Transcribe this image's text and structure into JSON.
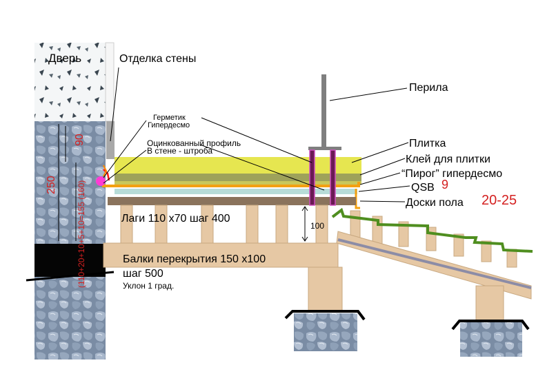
{
  "labels": {
    "door": "Дверь",
    "wall_finish": "Отделка стены",
    "railing": "Перила",
    "sealant_1": "Герметик",
    "sealant_2": "Гипердесмо",
    "profile_1": "Оцинкованный профиль",
    "profile_2": "В стене - штроба",
    "tile": "Плитка",
    "tile_glue": "Клей для плитки",
    "pie": "“Пирог” гипердесмо",
    "qsb": "QSB",
    "qsb_value": "9",
    "floorboards": "Доски пола",
    "floorboards_value": "20-25",
    "joists": "Лаги 110  х70 шаг 400",
    "beams_1": "Балки перекрытия 150  х100",
    "beams_2": "шаг 500",
    "slope": "Уклон 1 град.",
    "dim_100": "100",
    "dim_90": "90",
    "dim_250": "250",
    "dim_formula": "(110+20+10+5+10=155 (160)"
  },
  "colors": {
    "tile": "#e6e650",
    "glue": "#9ea25a",
    "orange": "#f3a012",
    "qsb": "#b7dcd8",
    "boards": "#8a735c",
    "wood": "#e6c8a4",
    "wood_edge": "#b99a78",
    "stone": "#7e8fa6",
    "green": "#4f8e1f",
    "purple": "#6a1a54"
  }
}
